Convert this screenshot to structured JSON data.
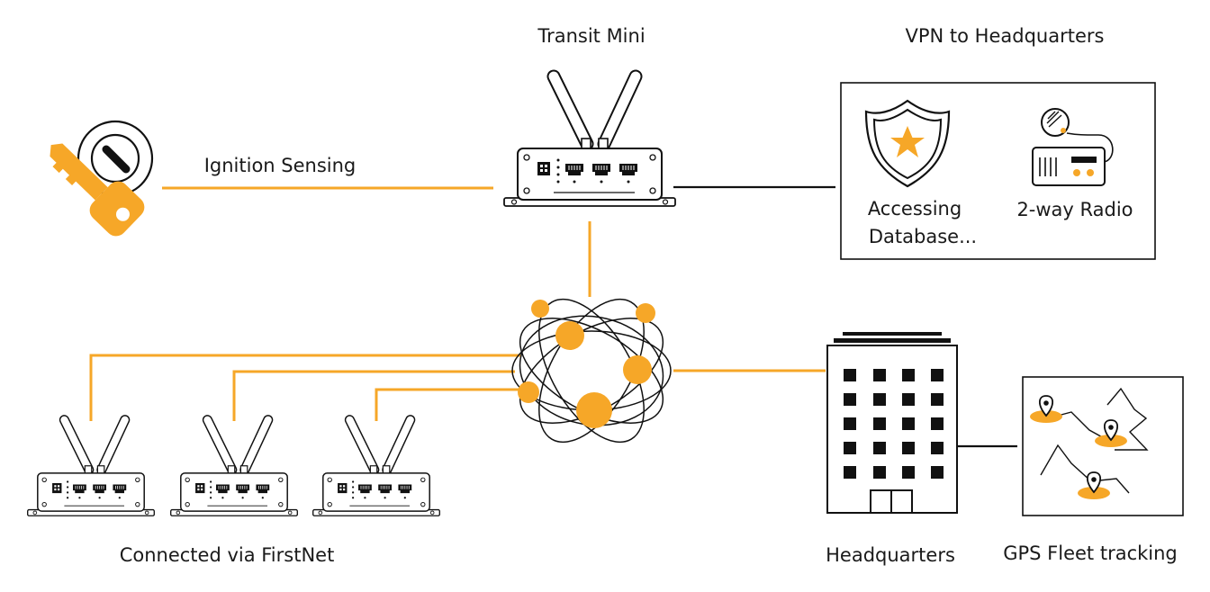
{
  "labels": {
    "transit_mini": "Transit Mini",
    "vpn": "VPN to Headquarters",
    "ignition": "Ignition Sensing",
    "accessing_line1": "Accessing",
    "accessing_line2": "Database...",
    "radio": "2-way Radio",
    "connected": "Connected via FirstNet",
    "headquarters": "Headquarters",
    "gps": "GPS Fleet tracking"
  },
  "colors": {
    "accent": "#f6a728",
    "line": "#111111"
  },
  "icons": [
    "ignition-key-icon",
    "router-icon",
    "police-shield-icon",
    "two-way-radio-icon",
    "network-globe-icon",
    "building-icon",
    "map-pins-icon"
  ]
}
